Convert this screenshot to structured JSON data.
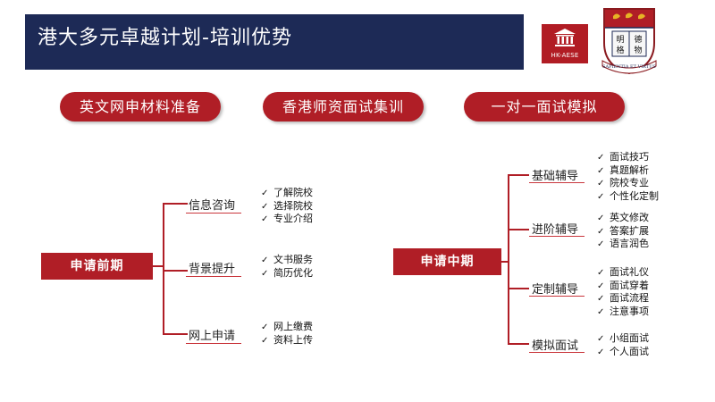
{
  "header": {
    "title": "港大多元卓越计划-培训优势",
    "logo_caption": "HK-AESE",
    "crest_text": [
      "明",
      "德",
      "格",
      "物"
    ],
    "crest_motto": "SAPIENTIA ET VIRTUS"
  },
  "pills": [
    "英文网申材料准备",
    "香港师资面试集训",
    "一对一面试模拟"
  ],
  "left": {
    "stage": "申请前期",
    "categories": [
      {
        "label": "信息咨询",
        "items": [
          "了解院校",
          "选择院校",
          "专业介绍"
        ]
      },
      {
        "label": "背景提升",
        "items": [
          "文书服务",
          "简历优化"
        ]
      },
      {
        "label": "网上申请",
        "items": [
          "网上缴费",
          "资料上传"
        ]
      }
    ]
  },
  "right": {
    "stage": "申请中期",
    "categories": [
      {
        "label": "基础辅导",
        "items": [
          "面试技巧",
          "真题解析",
          "院校专业",
          "个性化定制"
        ]
      },
      {
        "label": "进阶辅导",
        "items": [
          "英文修改",
          "答案扩展",
          "语言润色"
        ]
      },
      {
        "label": "定制辅导",
        "items": [
          "面试礼仪",
          "面试穿着",
          "面试流程",
          "注意事项"
        ]
      },
      {
        "label": "模拟面试",
        "items": [
          "小组面试",
          "个人面试"
        ]
      }
    ]
  },
  "check_mark": "✓",
  "colors": {
    "brand_red": "#b01e26",
    "header_navy": "#1d2a56"
  }
}
